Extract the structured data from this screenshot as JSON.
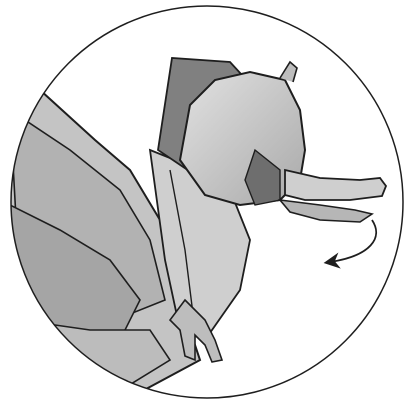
{
  "figure": {
    "subject": "origami-bird-head-closeup",
    "frame": "circle",
    "indicator": "curved-arrow",
    "colors": {
      "paper_light": "#d6d6d6",
      "paper_mid": "#bdbdbd",
      "paper_dark": "#8f8f8f",
      "paper_deep": "#6e6e6e",
      "outline": "#1e1e1e",
      "background": "#ffffff"
    }
  }
}
